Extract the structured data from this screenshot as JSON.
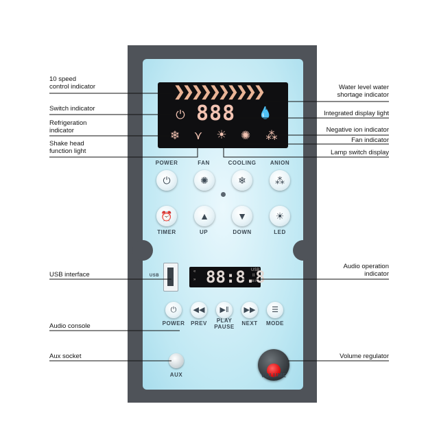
{
  "callouts_left": [
    "10 speed\ncontrol indicator",
    "Switch indicator",
    "Refrigeration\nindicator",
    "Shake head\nfunction light",
    "USB interface",
    "Audio console",
    "Aux socket"
  ],
  "callouts_right": [
    "Water level water\nshortage indicator",
    "Integrated display light",
    "Negative ion indicator",
    "Fan indicator",
    "Lamp switch display",
    "Audio operation\nindicator",
    "Volume regulator"
  ],
  "display": {
    "digits": "888",
    "chevrons": [
      "❯",
      "❯",
      "❯",
      "❯",
      "❯",
      "❯",
      "❯",
      "❯",
      "❯",
      "❯"
    ]
  },
  "button_row1_labels": [
    "POWER",
    "FAN",
    "COOLING",
    "ANION"
  ],
  "button_row2_labels": [
    "TIMER",
    "UP",
    "DOWN",
    "LED"
  ],
  "audio": {
    "digits": "88:8.8",
    "usb_tag": "USB",
    "bt_tag": "BT",
    "pause_tag": "II",
    "usb_port_label": "USB",
    "controls": [
      "POWER",
      "PREV",
      "PLAY\nPAUSE",
      "NEXT",
      "MODE"
    ],
    "aux_label": "AUX",
    "volume_label": "VOLUME"
  },
  "colors": {
    "frame": "#4f5359",
    "panel": "#bfe8f3",
    "display_glyph": "#f2c3b2",
    "knob_cap": "#e01010"
  }
}
